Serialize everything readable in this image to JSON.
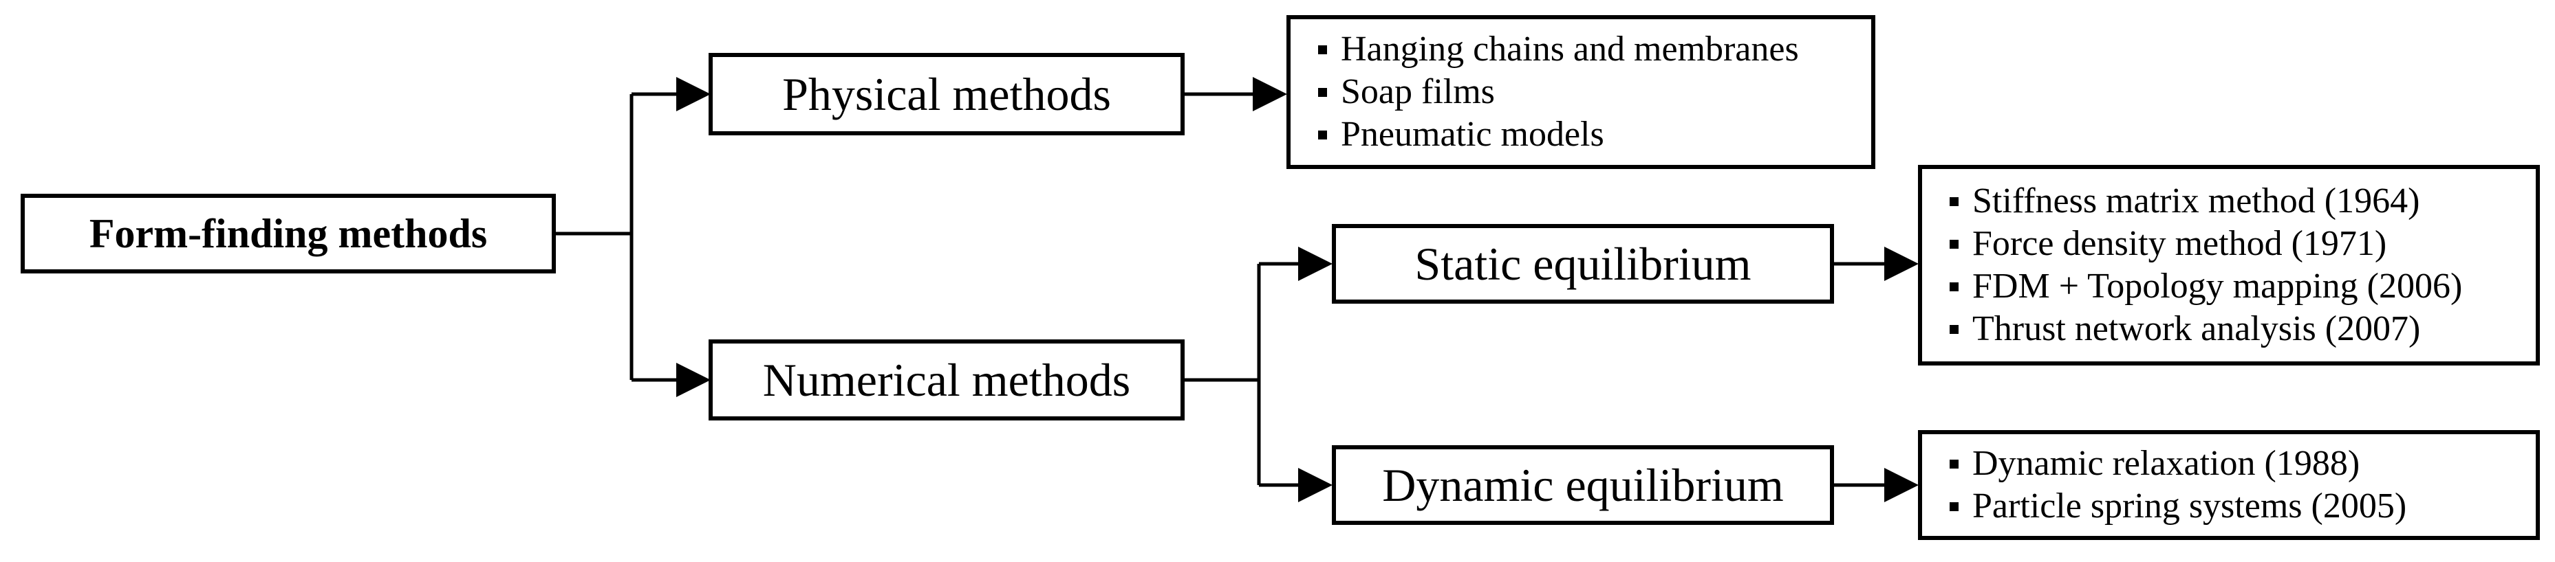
{
  "diagram": {
    "root": {
      "label": "Form-finding methods"
    },
    "physical": {
      "label": "Physical methods",
      "items": [
        "Hanging chains and membranes",
        "Soap films",
        "Pneumatic models"
      ]
    },
    "numerical": {
      "label": "Numerical methods"
    },
    "static": {
      "label": "Static equilibrium",
      "items": [
        "Stiffness matrix method (1964)",
        "Force density method (1971)",
        "FDM + Topology mapping (2006)",
        "Thrust network analysis (2007)"
      ]
    },
    "dynamic": {
      "label": "Dynamic equilibrium",
      "items": [
        "Dynamic relaxation (1988)",
        "Particle spring systems (2005)"
      ]
    },
    "colors": {
      "stroke": "#000000",
      "background": "#ffffff"
    }
  }
}
